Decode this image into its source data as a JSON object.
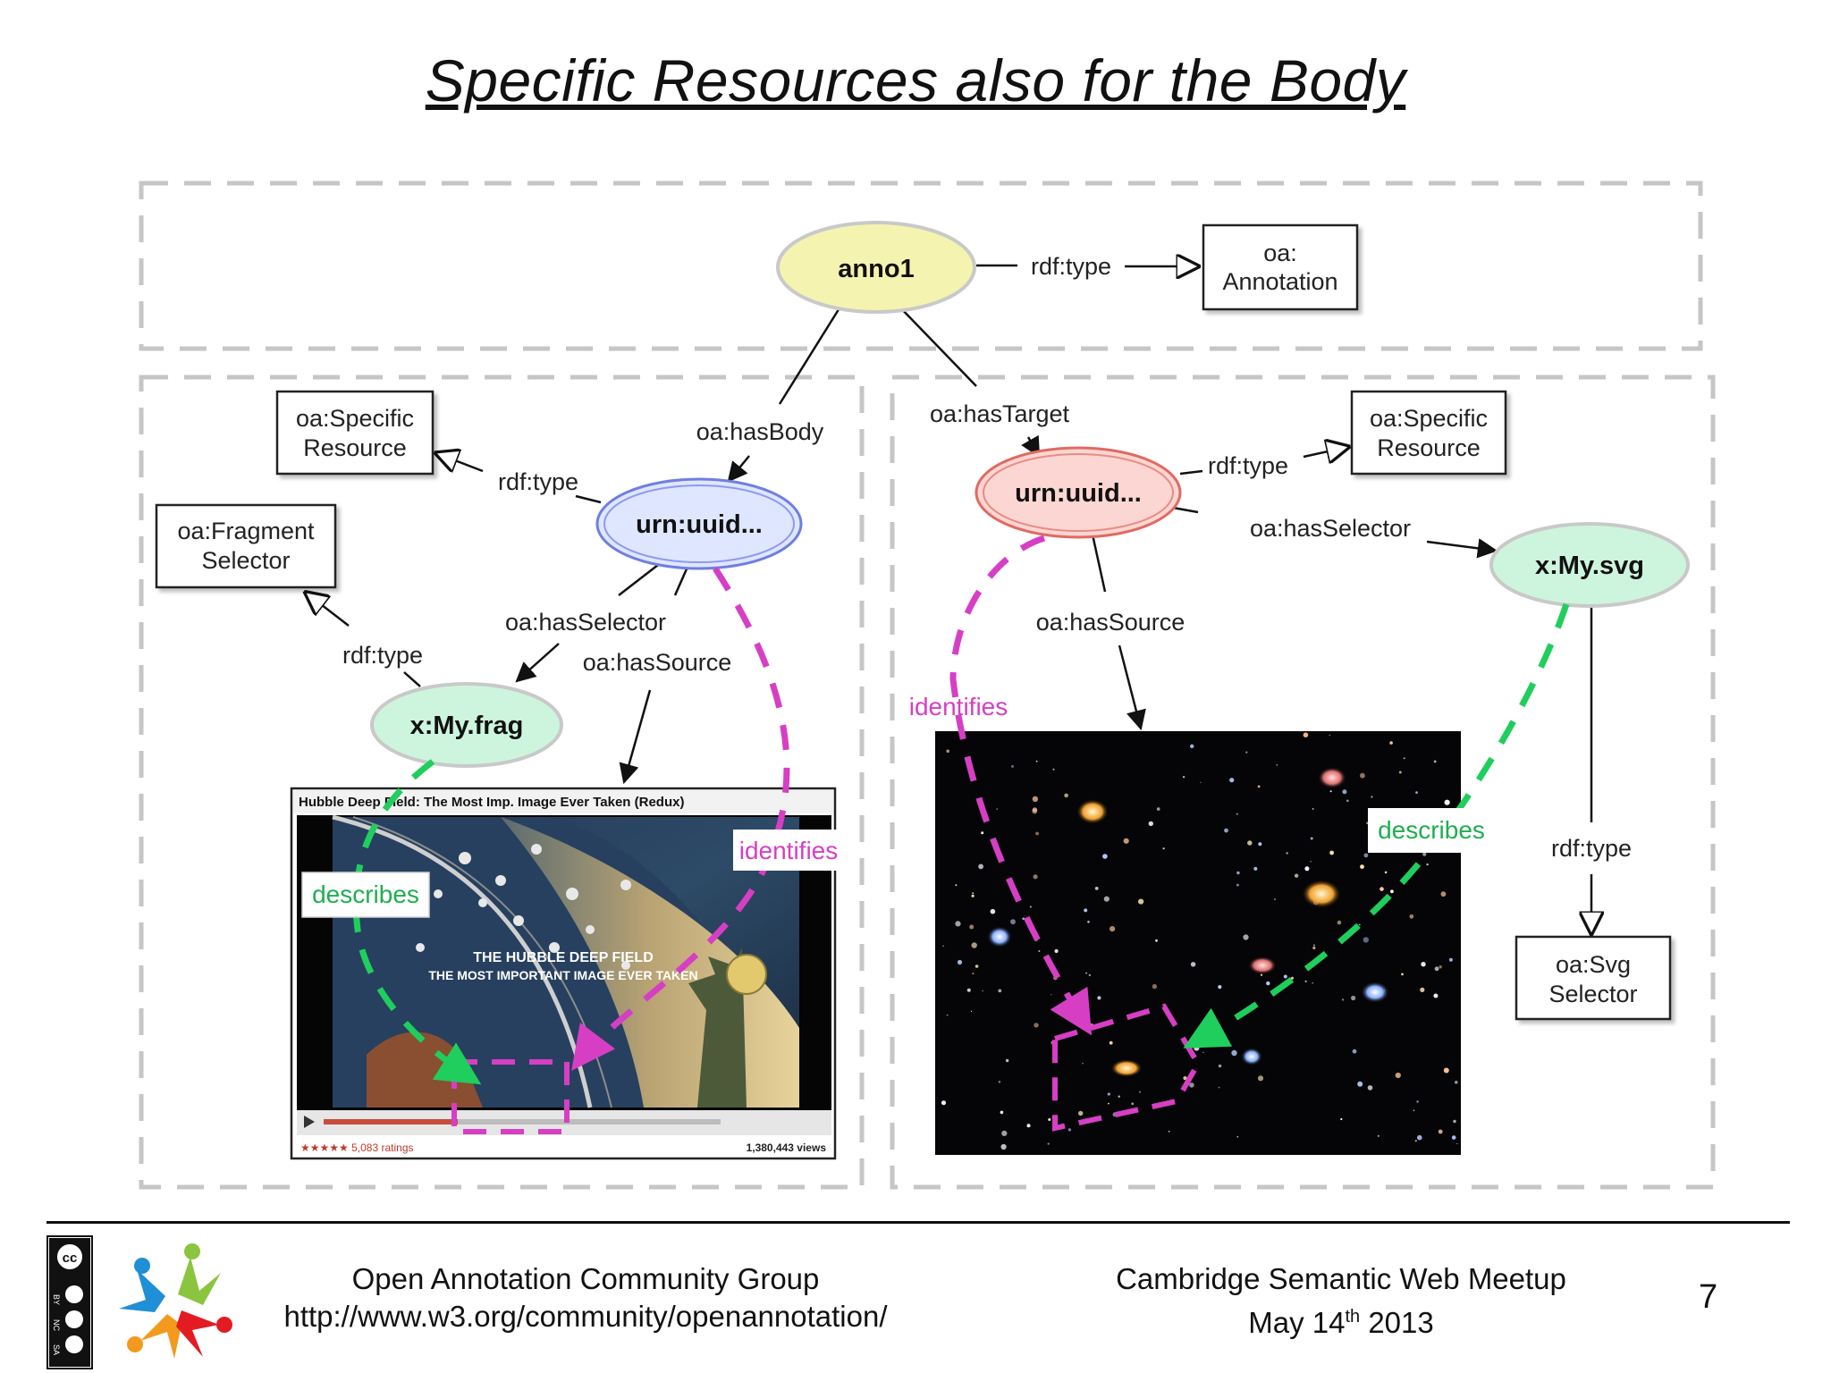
{
  "slide": {
    "title": "Specific Resources also for the Body",
    "page_number": "7"
  },
  "nodes": {
    "anno1": "anno1",
    "body": "urn:uuid...",
    "target": "urn:uuid...",
    "frag": "x:My.frag",
    "svg": "x:My.svg"
  },
  "boxes": {
    "annotation_line1": "oa:",
    "annotation_line2": "Annotation",
    "specific_left_line1": "oa:Specific",
    "specific_left_line2": "Resource",
    "fragment_line1": "oa:Fragment",
    "fragment_line2": "Selector",
    "specific_right_line1": "oa:Specific",
    "specific_right_line2": "Resource",
    "svgsel_line1": "oa:Svg",
    "svgsel_line2": "Selector"
  },
  "edges": {
    "rdf_type_top": "rdf:type",
    "has_body": "oa:hasBody",
    "has_target": "oa:hasTarget",
    "rdf_type_body": "rdf:type",
    "rdf_type_target": "rdf:type",
    "has_selector_body": "oa:hasSelector",
    "has_source_body": "oa:hasSource",
    "rdf_type_frag": "rdf:type",
    "has_selector_target": "oa:hasSelector",
    "has_source_target": "oa:hasSource",
    "rdf_type_svg": "rdf:type",
    "identifies_left": "identifies",
    "identifies_right": "identifies",
    "describes_left": "describes",
    "describes_right": "describes"
  },
  "video": {
    "title": "Hubble Deep Field: The Most Imp. Image Ever Taken (Redux)",
    "overlay_line1": "THE HUBBLE DEEP FIELD",
    "overlay_line2": "THE MOST IMPORTANT IMAGE EVER TAKEN",
    "ratings": "★★★★★ 5,083 ratings",
    "views": "1,380,443 views"
  },
  "footer": {
    "left_line1": "Open Annotation Community Group",
    "left_line2": "http://www.w3.org/community/openannotation/",
    "right_line1": "Cambridge Semantic Web Meetup",
    "right_date_prefix": "May 14",
    "right_date_sup": "th",
    "right_date_suffix": " 2013"
  },
  "colors": {
    "anno_fill": "#f4f4b0",
    "body_fill": "#dfe6ff",
    "body_stroke": "#6f7fe0",
    "target_fill": "#fbd6d2",
    "target_stroke": "#e06a62",
    "selector_fill": "#cdf5dd",
    "magenta": "#d63fc4",
    "green": "#1fce5c"
  }
}
